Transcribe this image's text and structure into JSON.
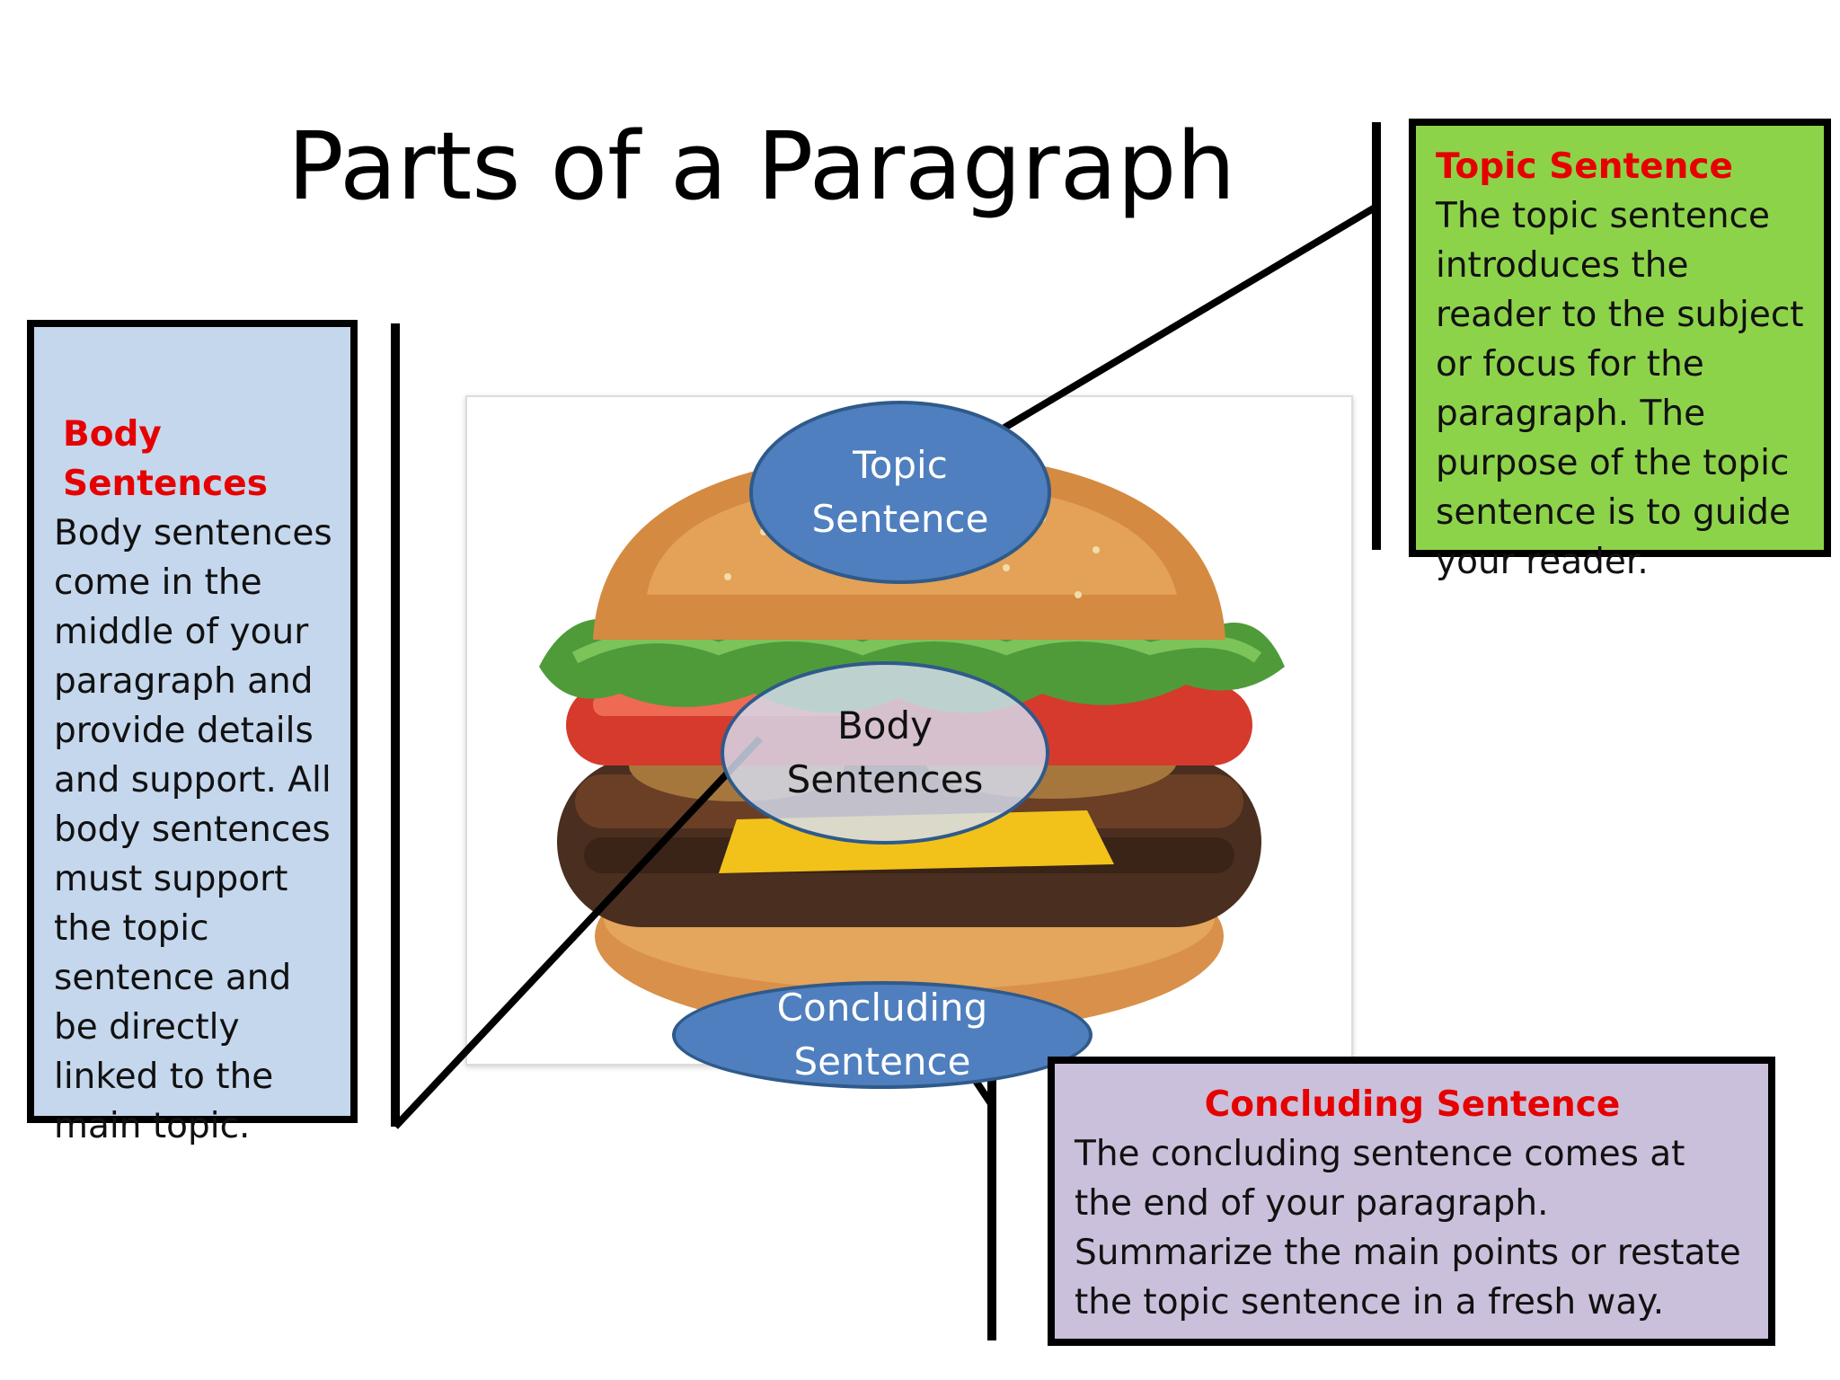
{
  "title": "Parts of a Paragraph",
  "ovals": {
    "topic": "Topic Sentence",
    "body": "Body Sentences",
    "concluding": "Concluding Sentence"
  },
  "topic_box": {
    "heading": "Topic Sentence",
    "text": "The topic sentence introduces the reader to the subject or focus for the paragraph. The purpose of the topic sentence is to guide your reader."
  },
  "body_box": {
    "heading": "Body Sentences",
    "text": "Body sentences come in the middle of your paragraph and provide details and support. All body sentences must support the topic sentence and be directly linked to the main topic."
  },
  "concluding_box": {
    "heading": "Concluding Sentence",
    "text": "The concluding sentence comes at the end of your paragraph. Summarize the main points or restate the topic sentence in a fresh way."
  },
  "colors": {
    "heading_red": "#e60000",
    "topic_box": "#8dd34a",
    "body_box": "#c5d7ed",
    "concluding_box": "#cbc0db",
    "oval_blue": "#4f7fbf"
  }
}
